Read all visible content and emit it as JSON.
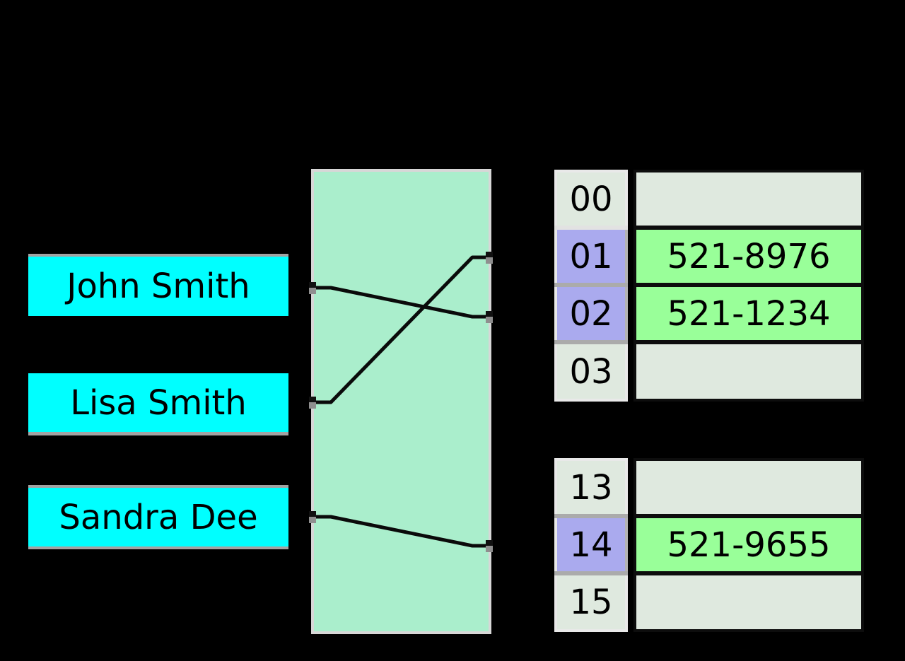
{
  "diagram": {
    "type": "hash-table",
    "keys": [
      {
        "label": "John Smith"
      },
      {
        "label": "Lisa Smith"
      },
      {
        "label": "Sandra Dee"
      }
    ],
    "bucket_groups": [
      {
        "rows": [
          {
            "index": "00",
            "value": "",
            "highlighted": false
          },
          {
            "index": "01",
            "value": "521-8976",
            "highlighted": true
          },
          {
            "index": "02",
            "value": "521-1234",
            "highlighted": true
          },
          {
            "index": "03",
            "value": "",
            "highlighted": false
          }
        ]
      },
      {
        "rows": [
          {
            "index": "13",
            "value": "",
            "highlighted": false
          },
          {
            "index": "14",
            "value": "521-9655",
            "highlighted": true
          },
          {
            "index": "15",
            "value": "",
            "highlighted": false
          }
        ]
      }
    ],
    "connections": [
      {
        "from": "John Smith",
        "to": "02"
      },
      {
        "from": "Lisa Smith",
        "to": "01"
      },
      {
        "from": "Sandra Dee",
        "to": "14"
      }
    ],
    "colors": {
      "background": "#000000",
      "key_fill": "#00ffff",
      "key_border_gray": "#a3a3a3",
      "hash_box_fill": "#aaeecc",
      "hash_box_border": "#d7d7d7",
      "index_fill": "#dfe9df",
      "index_highlight_fill": "#aaaaee",
      "value_empty_fill": "#dfe9df",
      "value_filled_fill": "#99ff99",
      "value_border": "#0d0d0d",
      "connector_line": "#0a0a0a"
    }
  }
}
